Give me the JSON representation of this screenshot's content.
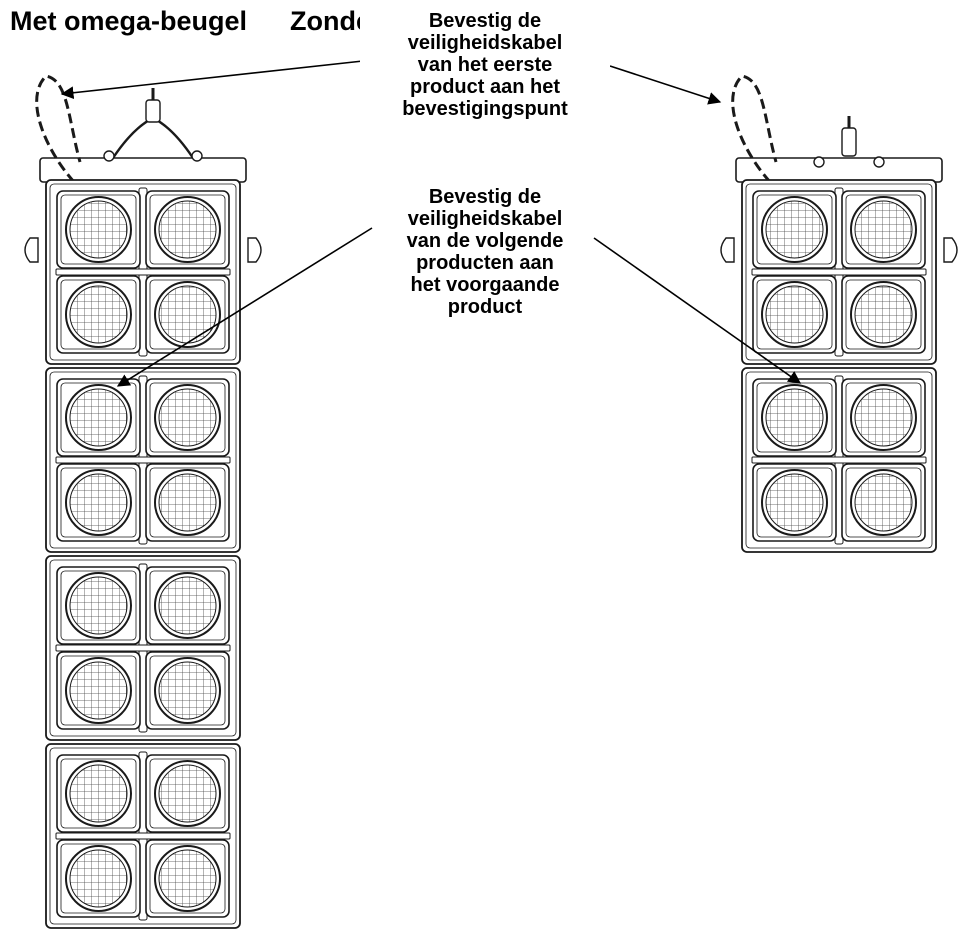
{
  "headings": {
    "with_omega": "Met omega-beugel",
    "without_omega": "Zonder omegabeugel"
  },
  "callouts": {
    "first_product": "Bevestig de\nveiligheidskabel\nvan het eerste\nproduct aan het\nbevestigingspunt",
    "next_products": "Bevestig de\nveiligheidskabel\nvan de volgende\nproducten aan\nhet voorgaande\nproduct"
  },
  "stacks": {
    "with_omega_units": 4,
    "without_omega_units": 2,
    "lenses_per_unit": 4
  },
  "colors": {
    "line": "#1a1a1a",
    "fill": "#ffffff",
    "lens_grid": "#444444"
  },
  "icons": [
    "fixture-unit",
    "lens-icon",
    "omega-bracket-icon",
    "safety-cable-icon",
    "arrow-icon"
  ]
}
